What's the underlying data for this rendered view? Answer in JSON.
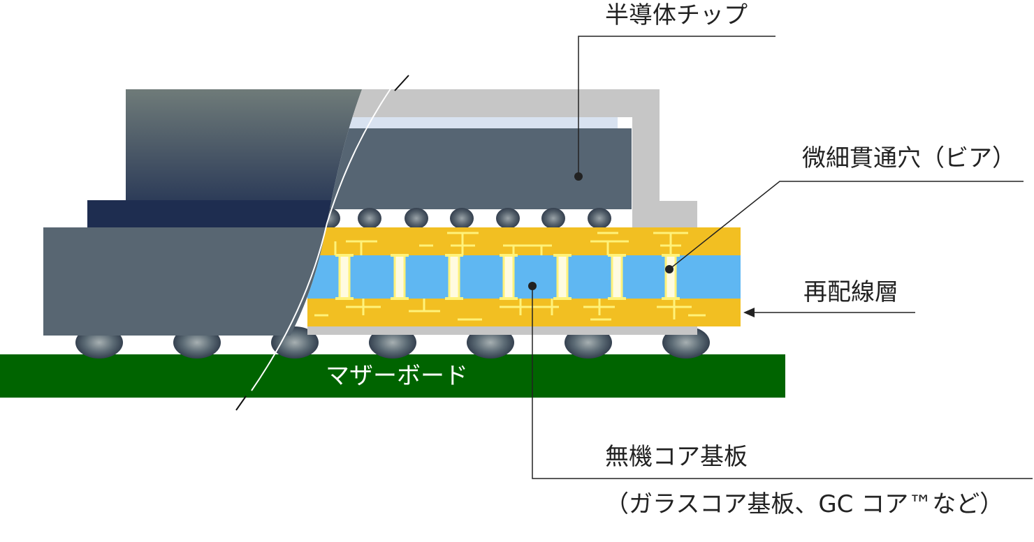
{
  "labels": {
    "chip": "半導体チップ",
    "via": "微細貫通穴（ビア）",
    "redistribution": "再配線層",
    "motherboard": "マザーボード",
    "core": "無機コア基板",
    "core_note": "（ガラスコア基板、GC コア™など）"
  },
  "colors": {
    "motherboard": "#006400",
    "redistribution_layer": "#f2bf22",
    "core": "#5fb7f2",
    "via_fill": "#fffbe0",
    "trace": "#fff27a",
    "chip_body": "#566573",
    "package_shell": "#c6c6c6",
    "solder_ball": "#3f4a58",
    "leader_line": "#222222"
  },
  "icons": {
    "leader_dot": "leader-dot-icon",
    "arrow": "arrow-head-icon"
  }
}
